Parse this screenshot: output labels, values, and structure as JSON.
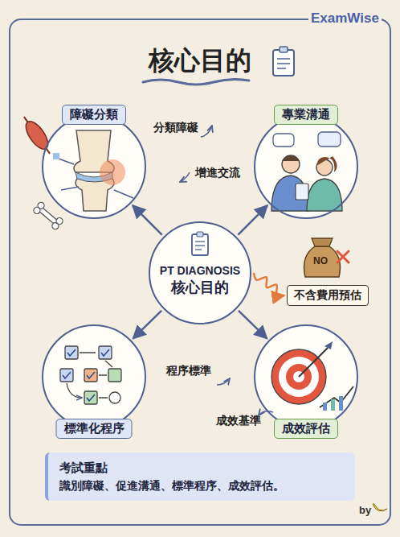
{
  "diagram": {
    "title": "核心目的",
    "nodes": [
      {
        "text": [
          "PT DIAGNOSIS",
          "核心目的"
        ]
      },
      {
        "text": [
          "障礙分類"
        ]
      },
      {
        "text": [
          "專業溝通"
        ]
      },
      {
        "text": [
          "標準化程序"
        ]
      },
      {
        "text": [
          "成效評估"
        ]
      },
      {
        "text": [
          "不含費用預估"
        ]
      },
      {
        "text": [
          "考試重點",
          "識別障礙、促進溝通、標準程序、成效評估。"
        ]
      }
    ],
    "edges": [
      {
        "from": 0,
        "to": 1,
        "arrow": "to"
      },
      {
        "from": 0,
        "to": 2,
        "arrow": "to"
      },
      {
        "from": 0,
        "to": 3,
        "arrow": "to"
      },
      {
        "from": 0,
        "to": 4,
        "arrow": "to"
      },
      {
        "from": 0,
        "to": 5,
        "arrow": "to"
      }
    ],
    "labels": [
      "ExamWise",
      "分類障礙",
      "增進交流",
      "程序標準",
      "成效基準",
      "NO",
      "by"
    ]
  }
}
